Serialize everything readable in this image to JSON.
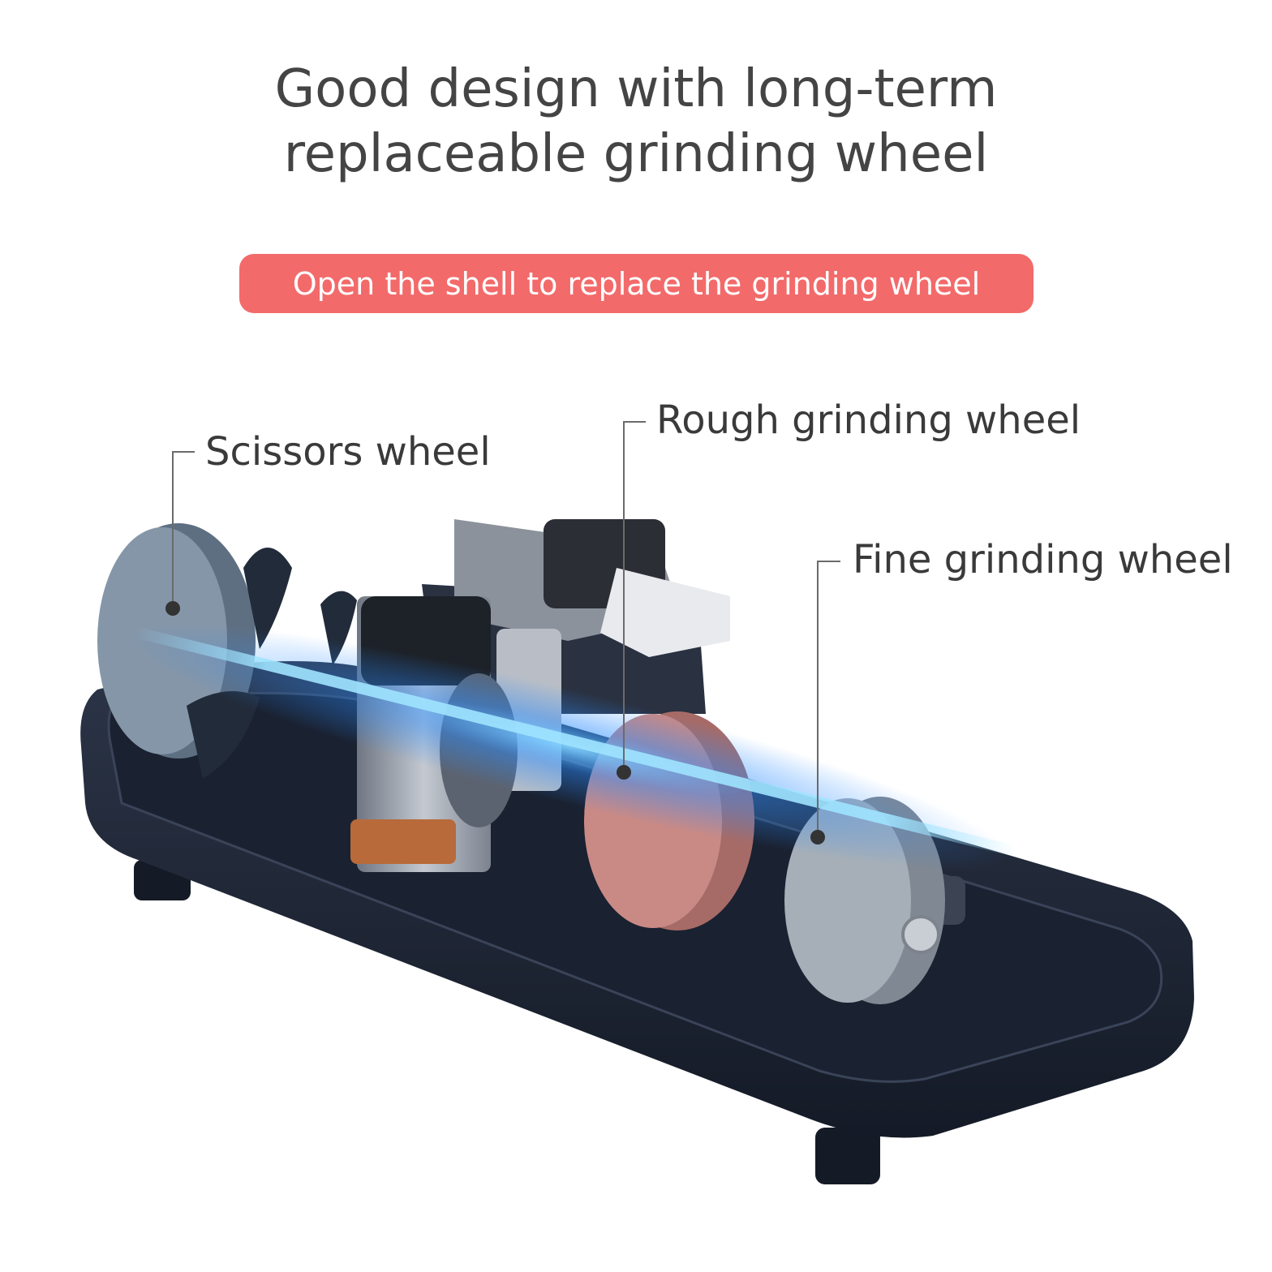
{
  "headline": {
    "line1": "Good design with long-term",
    "line2": "replaceable grinding wheel"
  },
  "banner": {
    "text": "Open the shell to replace the grinding wheel",
    "color": "#f36a6a"
  },
  "callouts": {
    "scissors": "Scissors wheel",
    "rough": "Rough grinding wheel",
    "fine": "Fine grinding wheel"
  },
  "colors": {
    "text": "#444444",
    "tray": "#1f2838",
    "glow": "#2a8cff",
    "rough_wheel": "#c98a86",
    "fine_wheel": "#9aa4ad",
    "scissors_wheel": "#8596a8"
  }
}
